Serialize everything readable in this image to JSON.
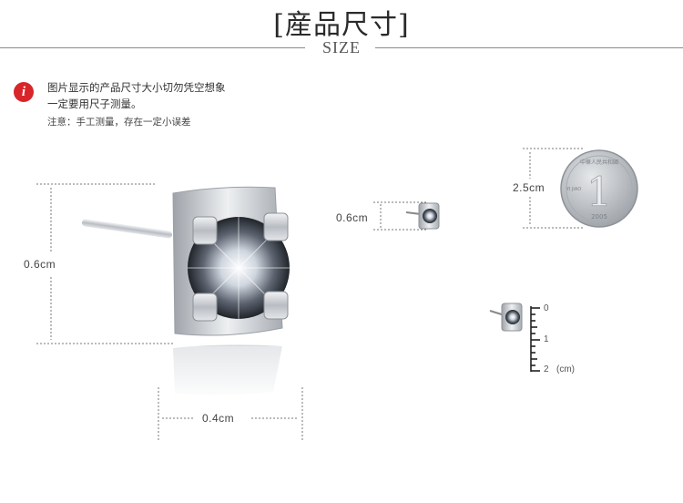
{
  "header": {
    "title": "[産品尺寸]",
    "subtitle": "SIZE"
  },
  "notice": {
    "icon": "info-icon",
    "icon_glyph": "i",
    "line1": "图片显示的产品尺寸大小切勿凭空想象",
    "line2": "一定要用尺子测量。",
    "line3": "注意：手工测量，存在一定小误差"
  },
  "dimensions": {
    "height_main": "0.6cm",
    "width_main": "0.4cm",
    "height_small": "0.6cm",
    "coin_diameter": "2.5cm"
  },
  "ruler": {
    "ticks": [
      "0",
      "1",
      "2"
    ],
    "unit": "(cm)"
  },
  "coin": {
    "text_top": "中華人民共和國",
    "denomination": "1",
    "pinyin": "YI JIAO",
    "year": "2005"
  },
  "colors": {
    "accent_red": "#d8252a",
    "metal": "#c9ccd1",
    "coin": "#b8bcc2"
  }
}
